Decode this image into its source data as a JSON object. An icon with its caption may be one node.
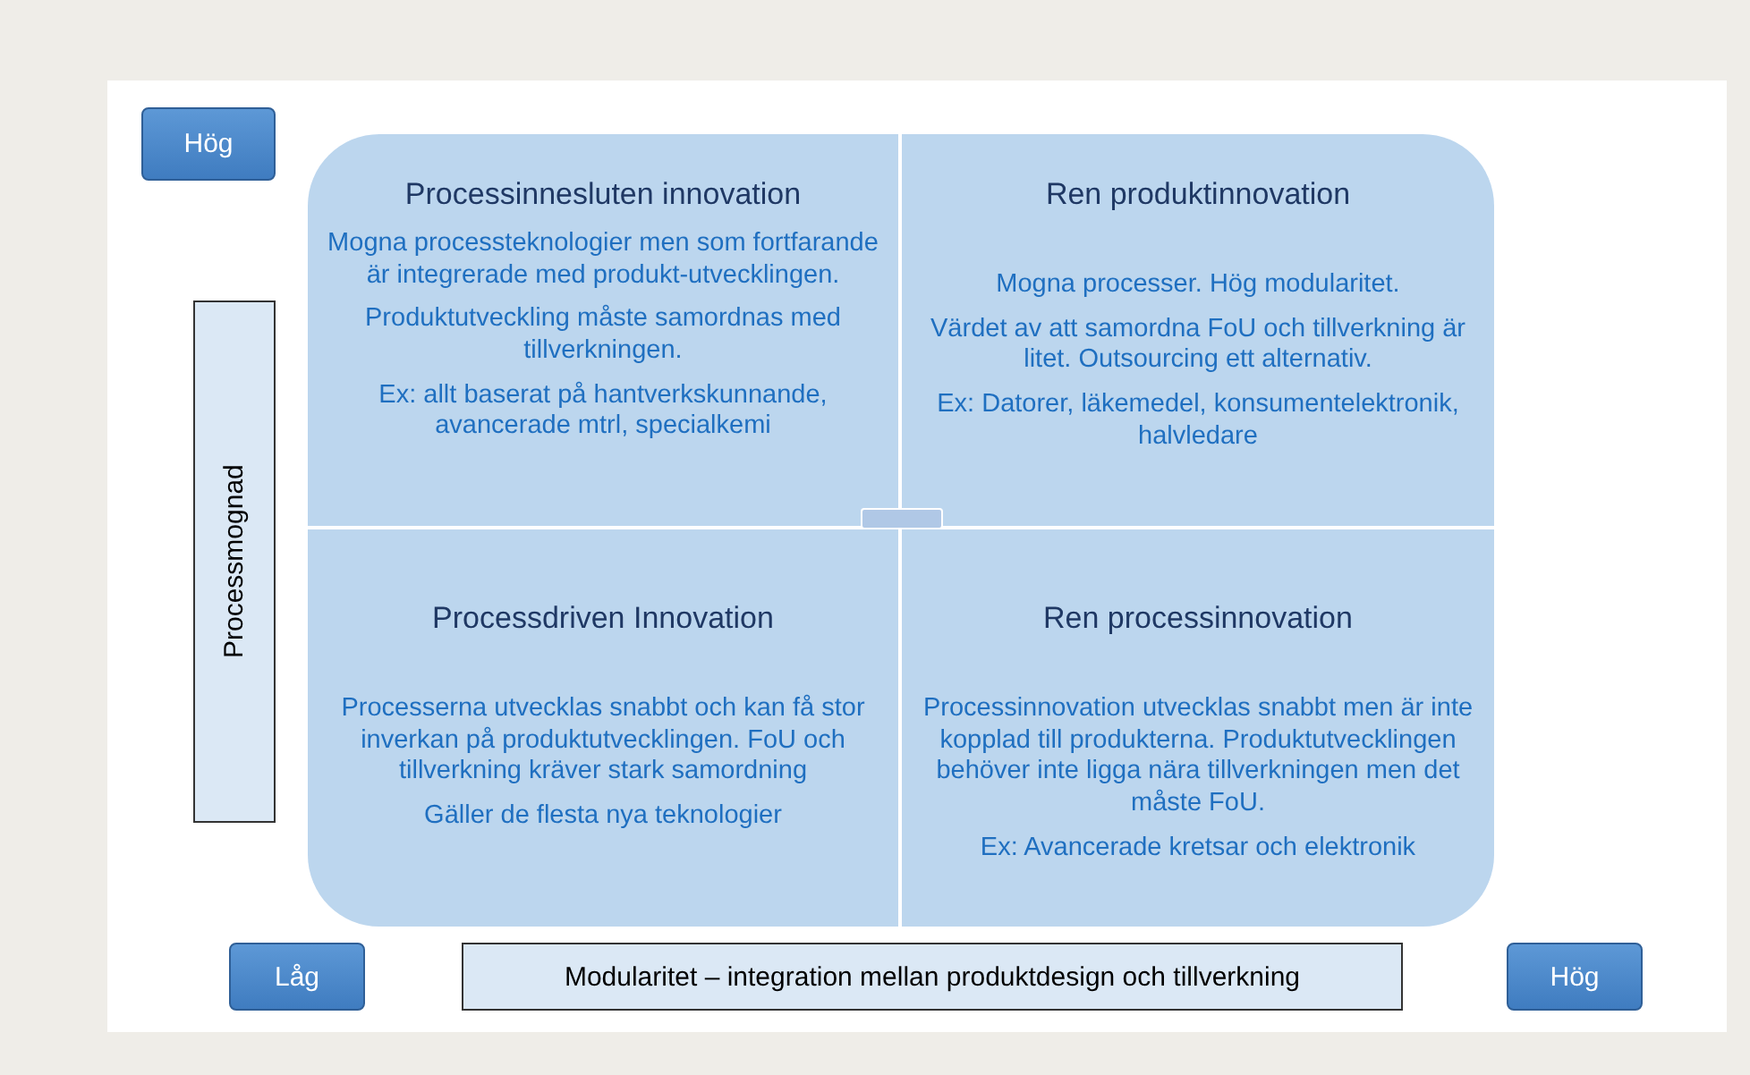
{
  "diagram": {
    "nodes": [
      {
        "text": [
          "Processinnesluten innovation",
          "Mogna processteknologier men som fortfarande är integrerade med produkt-utvecklingen.",
          "Produktutveckling måste samordnas med tillverkningen.",
          "Ex: allt baserat på hantverkskunnande, avancerade mtrl, specialkemi"
        ]
      },
      {
        "text": [
          "Ren produktinnovation",
          "Mogna processer. Hög modularitet.",
          "Värdet av att samordna FoU och tillverkning är litet. Outsourcing ett alternativ.",
          "Ex: Datorer, läkemedel, konsumentelektronik, halvledare"
        ]
      },
      {
        "text": [
          "Processdriven Innovation",
          "Processerna utvecklas snabbt och kan få stor inverkan på produktutvecklingen. FoU och tillverkning kräver stark samordning",
          "Gäller de flesta nya teknologier"
        ]
      },
      {
        "text": [
          "Ren processinnovation",
          "Processinnovation utvecklas snabbt men är inte kopplad till produkterna. Produktutvecklingen behöver inte ligga nära tillverkningen men det måste FoU.",
          "Ex: Avancerade kretsar och elektronik"
        ]
      },
      {
        "text": [
          "Hög"
        ]
      },
      {
        "text": [
          "Processmognad"
        ]
      },
      {
        "text": [
          "Låg"
        ]
      },
      {
        "text": [
          "Modularitet – integration mellan produktdesign och tillverkning"
        ]
      },
      {
        "text": [
          "Hög"
        ]
      }
    ]
  }
}
